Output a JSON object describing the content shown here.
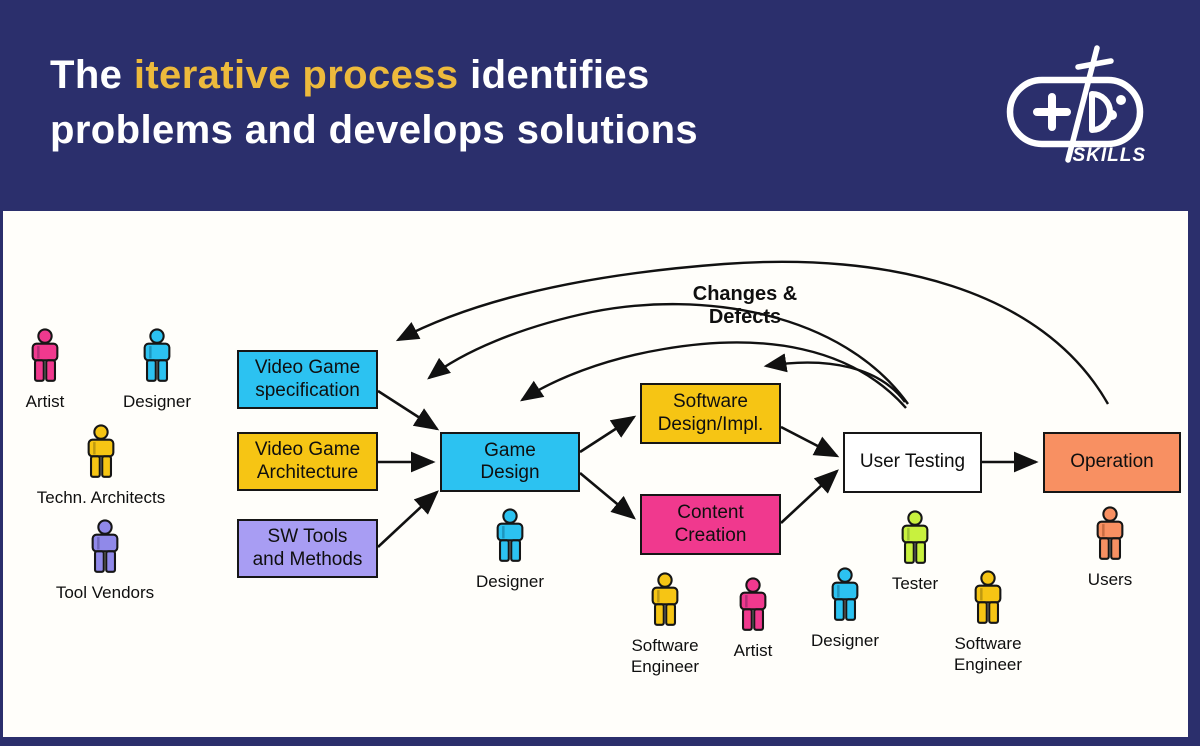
{
  "header": {
    "title": {
      "pre": "The ",
      "highlight": "iterative process",
      "post": " identifies",
      "line2": "problems and develops solutions"
    },
    "logo_text": "SKILLS",
    "accent_color": "#edba3c",
    "background_color": "#2b2f6c"
  },
  "palette": {
    "cyan": "#2cc2f1",
    "yellow": "#f6c514",
    "lilac": "#a89df3",
    "pink": "#f0398e",
    "white": "#ffffff",
    "orange": "#f89062",
    "purple": "#9089e9",
    "green": "#c8f13e"
  },
  "diagram": {
    "feedback_label": "Changes &\nDefects",
    "nodes": [
      {
        "id": "video-game-specification",
        "label": "Video Game\nspecification",
        "color": "cyan"
      },
      {
        "id": "video-game-architecture",
        "label": "Video Game\nArchitecture",
        "color": "yellow"
      },
      {
        "id": "sw-tools-and-methods",
        "label": "SW Tools\nand Methods",
        "color": "lilac"
      },
      {
        "id": "game-design",
        "label": "Game\nDesign",
        "color": "cyan"
      },
      {
        "id": "software-design-impl",
        "label": "Software\nDesign/Impl.",
        "color": "yellow"
      },
      {
        "id": "content-creation",
        "label": "Content\nCreation",
        "color": "pink"
      },
      {
        "id": "user-testing",
        "label": "User Testing",
        "color": "white"
      },
      {
        "id": "operation",
        "label": "Operation",
        "color": "orange"
      }
    ],
    "people": [
      {
        "id": "artist-1",
        "label": "Artist",
        "color": "pink"
      },
      {
        "id": "designer-1",
        "label": "Designer",
        "color": "cyan"
      },
      {
        "id": "techn-architects",
        "label": "Techn. Architects",
        "color": "yellow"
      },
      {
        "id": "tool-vendors",
        "label": "Tool Vendors",
        "color": "purple"
      },
      {
        "id": "designer-2",
        "label": "Designer",
        "color": "cyan"
      },
      {
        "id": "software-engineer-1",
        "label": "Software\nEngineer",
        "color": "yellow"
      },
      {
        "id": "artist-2",
        "label": "Artist",
        "color": "pink"
      },
      {
        "id": "designer-3",
        "label": "Designer",
        "color": "cyan"
      },
      {
        "id": "tester",
        "label": "Tester",
        "color": "green"
      },
      {
        "id": "software-engineer-2",
        "label": "Software\nEngineer",
        "color": "yellow"
      },
      {
        "id": "users",
        "label": "Users",
        "color": "orange"
      }
    ],
    "flows": [
      {
        "from": "video-game-specification",
        "to": "game-design"
      },
      {
        "from": "video-game-architecture",
        "to": "game-design"
      },
      {
        "from": "sw-tools-and-methods",
        "to": "game-design"
      },
      {
        "from": "game-design",
        "to": "software-design-impl"
      },
      {
        "from": "game-design",
        "to": "content-creation"
      },
      {
        "from": "software-design-impl",
        "to": "user-testing"
      },
      {
        "from": "content-creation",
        "to": "user-testing"
      },
      {
        "from": "user-testing",
        "to": "operation"
      }
    ],
    "feedback_flows": [
      {
        "from": "operation",
        "to": "video-game-specification"
      },
      {
        "from": "user-testing",
        "to": "video-game-architecture"
      },
      {
        "from": "user-testing",
        "to": "game-design"
      },
      {
        "from": "user-testing",
        "to": "software-design-impl"
      }
    ]
  }
}
